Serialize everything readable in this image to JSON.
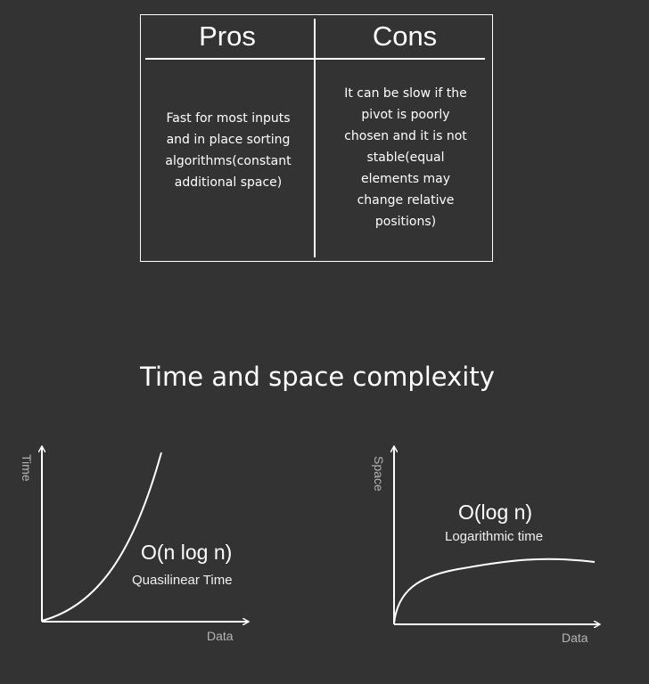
{
  "pros_cons_table": {
    "pros_header": "Pros",
    "cons_header": "Cons",
    "pros_lines": [
      "Fast for most inputs",
      "and in place sorting",
      "algorithms(constant",
      "additional space)"
    ],
    "cons_lines": [
      "It can be slow if the",
      "pivot is poorly",
      "chosen and it is not",
      "stable(equal",
      "elements may",
      "change relative",
      "positions)"
    ]
  },
  "section_title": "Time and space complexity",
  "time_graph": {
    "y_axis_label": "Time",
    "x_axis_label": "Data",
    "complexity": "O(n log n)",
    "description": "Quasilinear Time"
  },
  "space_graph": {
    "y_axis_label": "Space",
    "x_axis_label": "Data",
    "complexity": "O(log n)",
    "description": "Logarithmic time"
  }
}
